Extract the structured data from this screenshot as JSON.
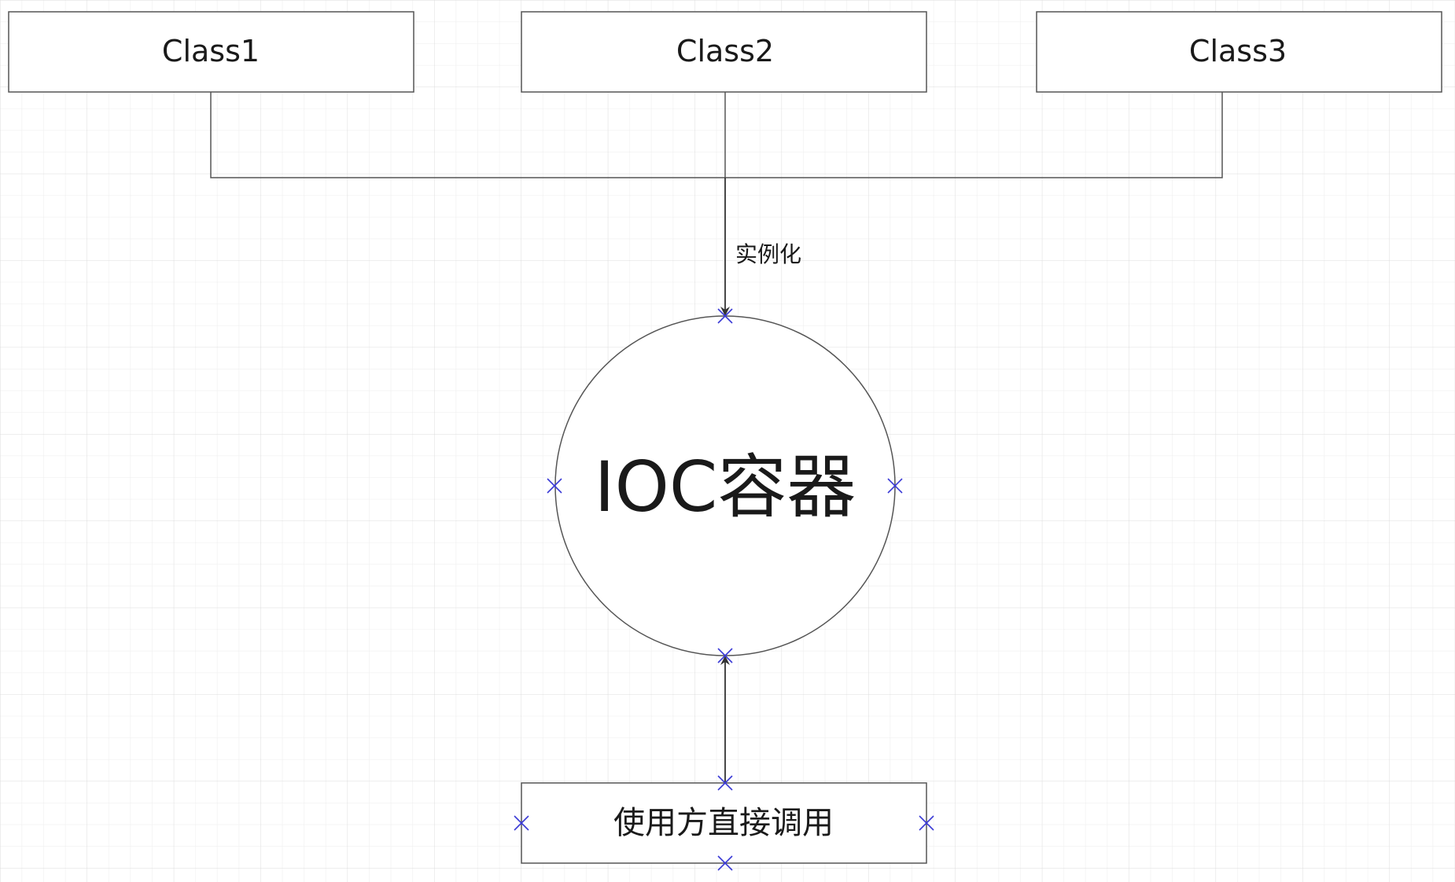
{
  "diagram": {
    "classes": [
      {
        "id": "class1",
        "label": "Class1"
      },
      {
        "id": "class2",
        "label": "Class2"
      },
      {
        "id": "class3",
        "label": "Class3"
      }
    ],
    "edge_label": "实例化",
    "container": {
      "label": "IOC容器"
    },
    "consumer": {
      "label": "使用方直接调用"
    },
    "colors": {
      "grid": "#e3e3e3",
      "stroke": "#333333",
      "shape_stroke": "#555555",
      "handle": "#3b3bd6",
      "text": "#1a1a1a"
    }
  }
}
